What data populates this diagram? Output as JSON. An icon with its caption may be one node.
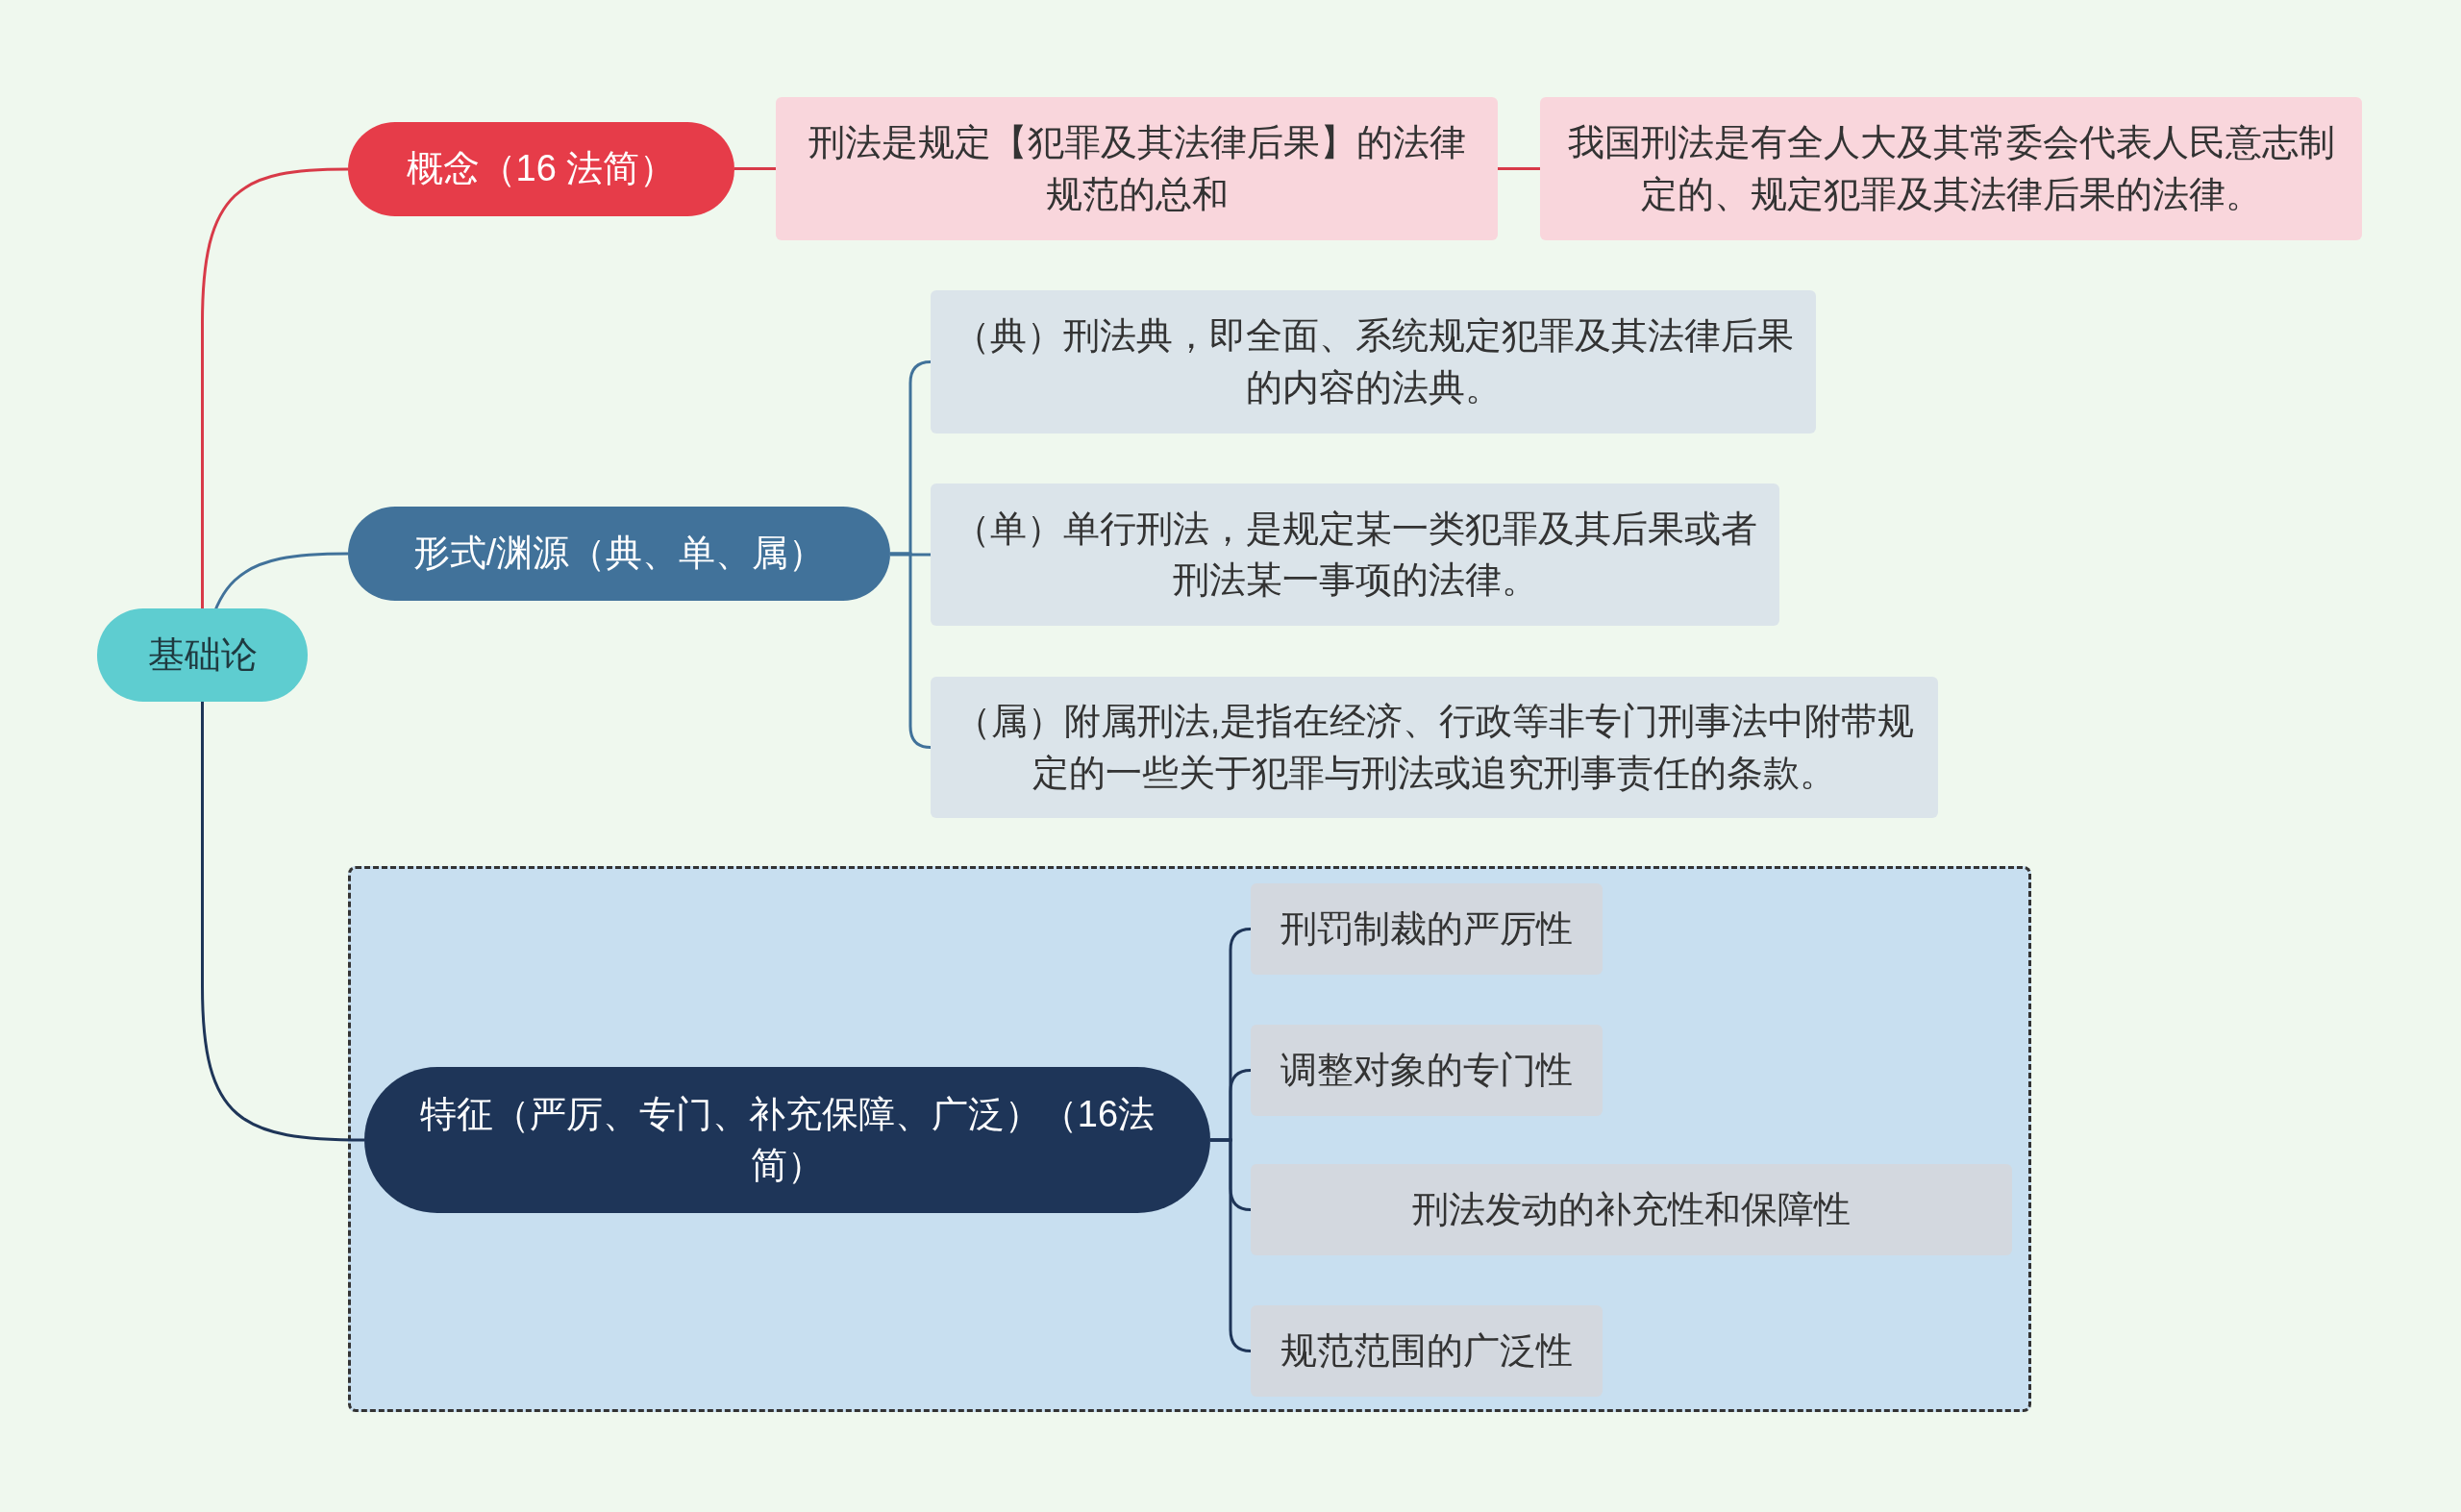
{
  "diagram": {
    "nodes": [
      {
        "text": [
          "基础论"
        ]
      },
      {
        "text": [
          "概念（16 法简）"
        ]
      },
      {
        "text": [
          "刑法是规定【犯罪及其法律后果】的法律规范的总和"
        ]
      },
      {
        "text": [
          "我国刑法是有全人大及其常委会代表人民意志制定的、规定犯罪及其法律后果的法律。"
        ]
      },
      {
        "text": [
          "形式/渊源（典、单、属）"
        ]
      },
      {
        "text": [
          "（典）刑法典，即全面、系统规定犯罪及其法律后果的内容的法典。"
        ]
      },
      {
        "text": [
          "（单）单行刑法，是规定某一类犯罪及其后果或者刑法某一事项的法律。"
        ]
      },
      {
        "text": [
          "（属）附属刑法,是指在经济、行政等非专门刑事法中附带规定的一些关于犯罪与刑法或追究刑事责任的条款。"
        ]
      },
      {
        "text": [],
        "shape": "box"
      },
      {
        "text": [
          "特征（严厉、专门、补充保障、广泛）（16法简）"
        ],
        "in": 8
      },
      {
        "text": [
          "刑罚制裁的严厉性"
        ],
        "in": 8
      },
      {
        "text": [
          "调整对象的专门性"
        ],
        "in": 8
      },
      {
        "text": [
          "刑法发动的补充性和保障性"
        ],
        "in": 8
      },
      {
        "text": [
          "规范范围的广泛性"
        ],
        "in": 8
      }
    ],
    "edges": [
      {
        "from": 0,
        "to": 1,
        "arrow": "none",
        "color": "#d83a48"
      },
      {
        "from": 0,
        "to": 4,
        "arrow": "none",
        "color": "#41729a"
      },
      {
        "from": 0,
        "to": 9,
        "arrow": "none",
        "color": "#1e3558"
      },
      {
        "from": 1,
        "to": 2,
        "arrow": "none",
        "color": "#d83a48"
      },
      {
        "from": 2,
        "to": 3,
        "arrow": "none",
        "color": "#d83a48"
      },
      {
        "from": 4,
        "to": 5,
        "arrow": "none",
        "color": "#41729a"
      },
      {
        "from": 4,
        "to": 6,
        "arrow": "none",
        "color": "#41729a"
      },
      {
        "from": 4,
        "to": 7,
        "arrow": "none",
        "color": "#41729a"
      },
      {
        "from": 9,
        "to": 10,
        "arrow": "none",
        "color": "#1e3558"
      },
      {
        "from": 9,
        "to": 11,
        "arrow": "none",
        "color": "#1e3558"
      },
      {
        "from": 9,
        "to": 12,
        "arrow": "none",
        "color": "#1e3558"
      },
      {
        "from": 9,
        "to": 13,
        "arrow": "none",
        "color": "#1e3558"
      }
    ]
  }
}
